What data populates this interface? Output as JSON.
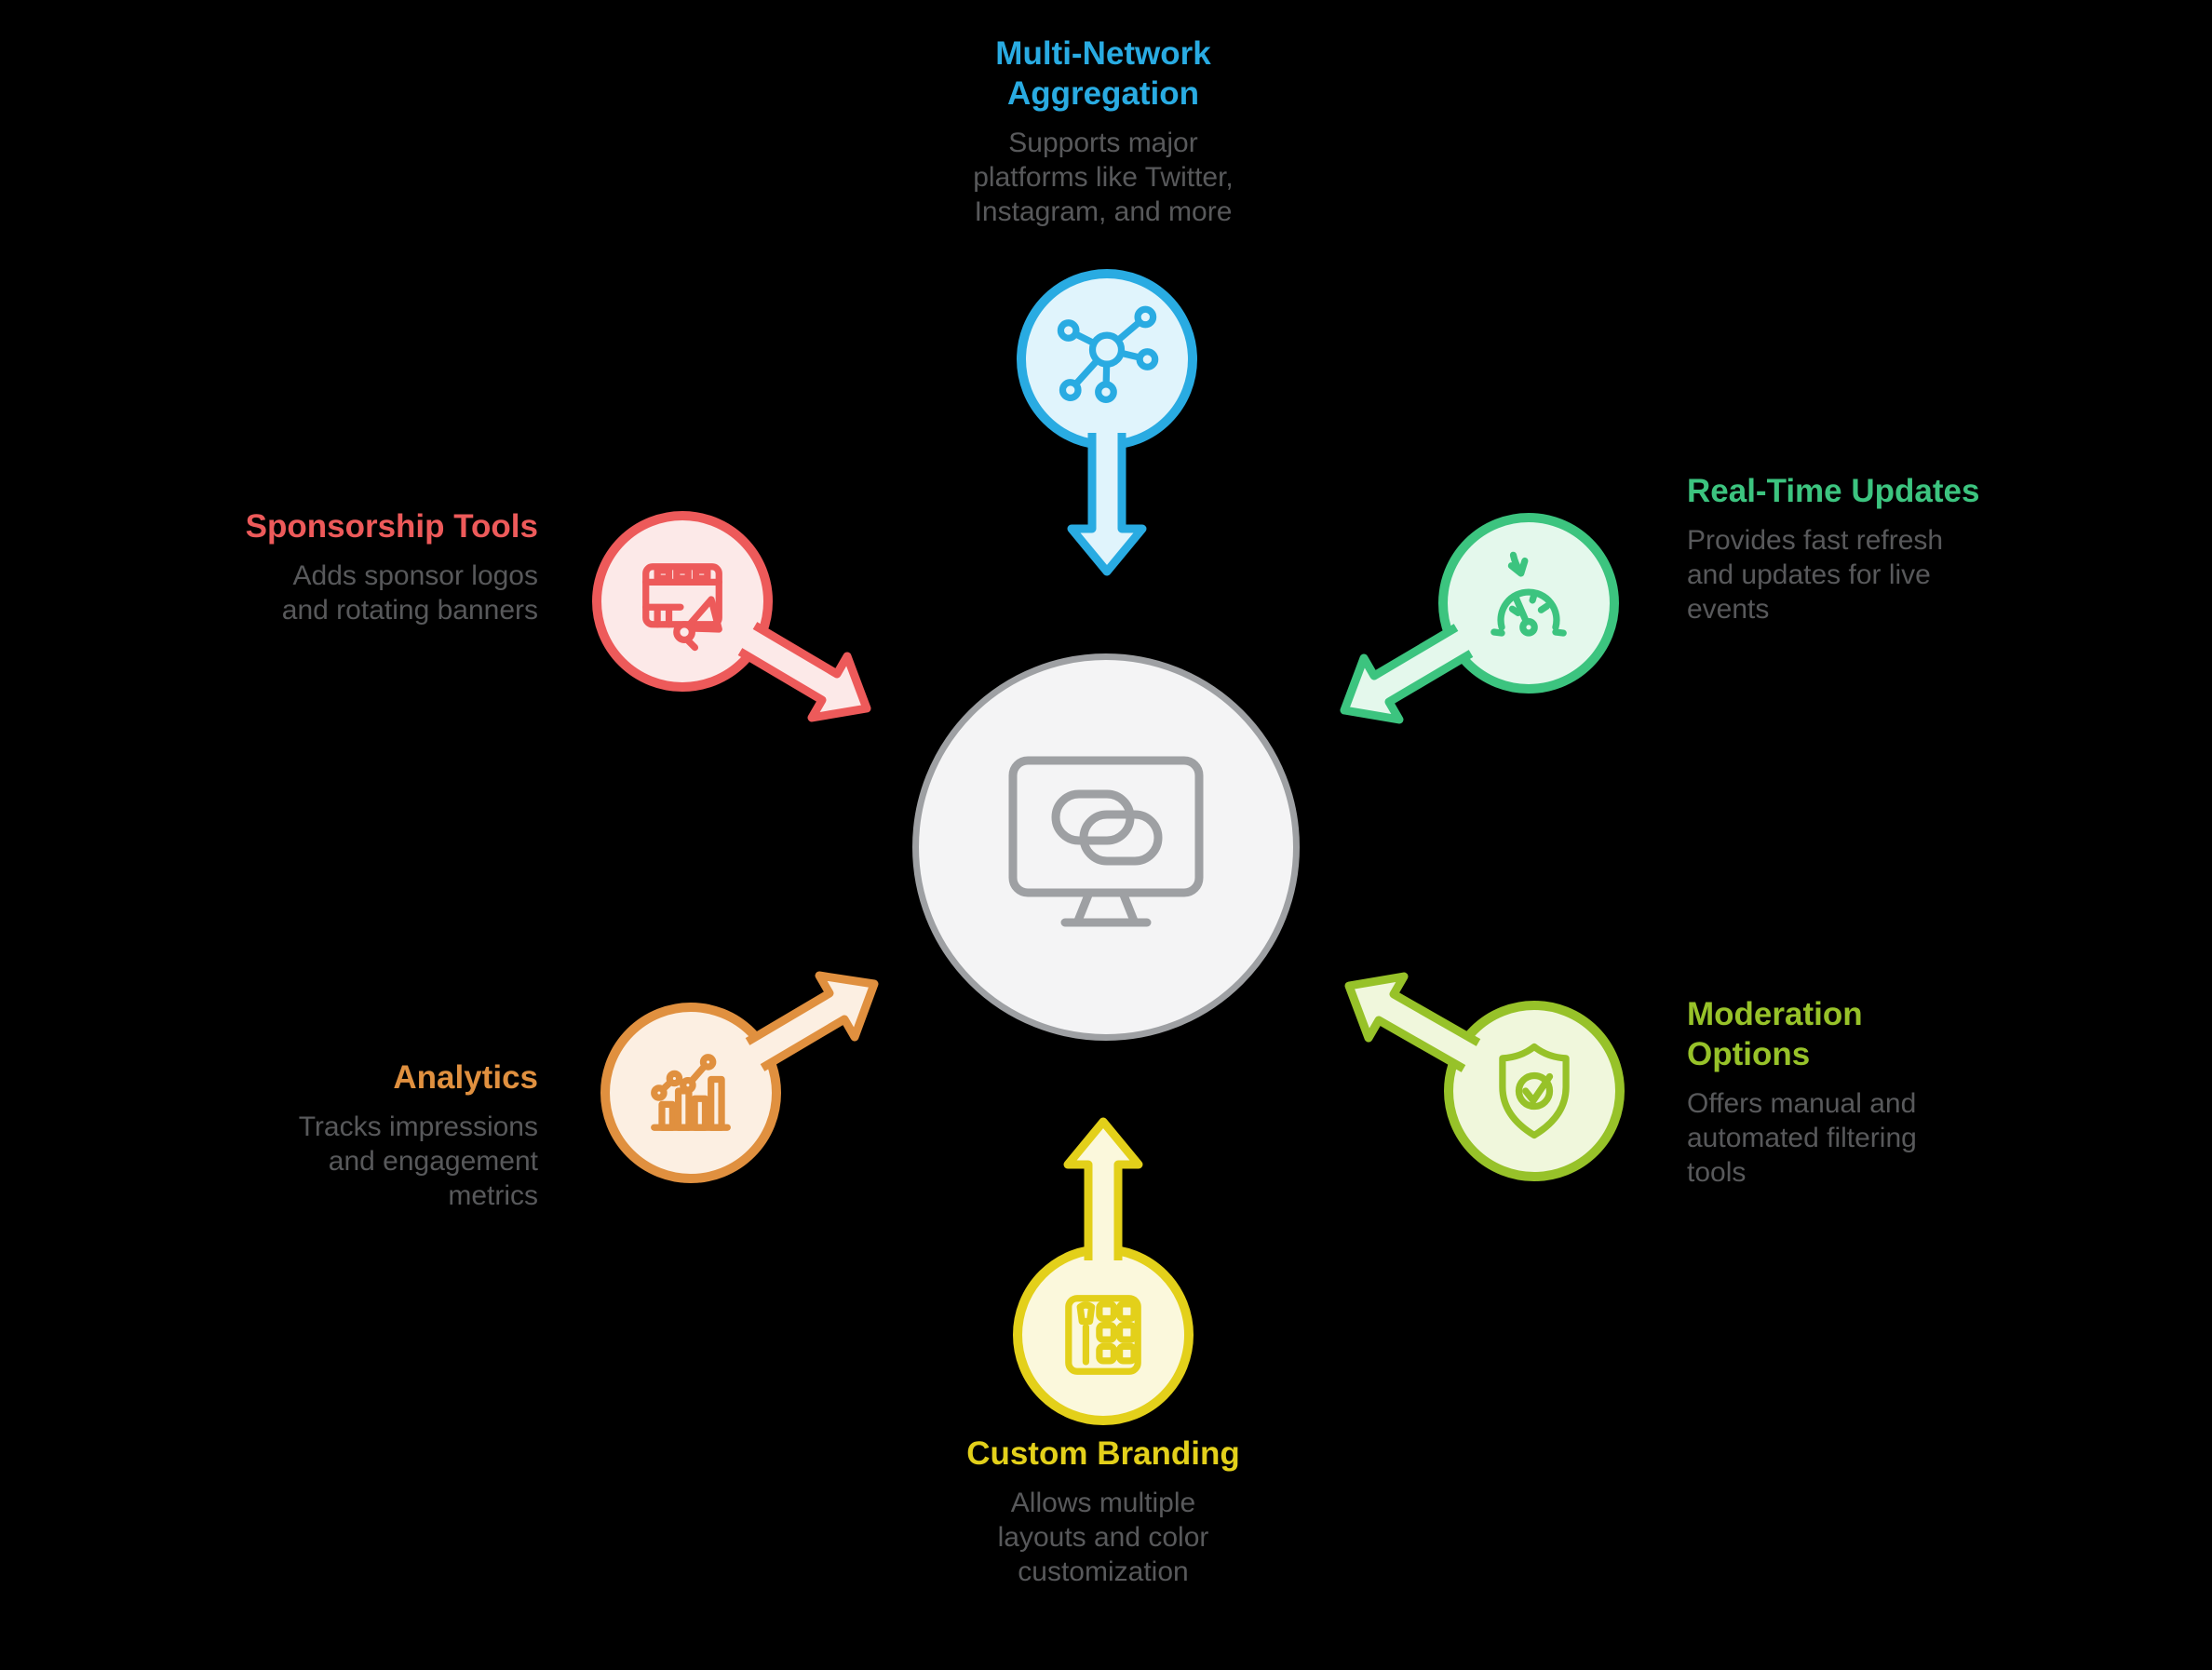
{
  "background": "#000000",
  "text_color": "#58595B",
  "hub": {
    "accent": "#9EA0A3",
    "fill": "#F4F4F5",
    "icon": "monitor-link-icon"
  },
  "nodes": [
    {
      "id": "multi-network-aggregation",
      "title_lines": [
        "Multi-Network",
        "Aggregation"
      ],
      "description_lines": [
        "Supports major",
        "platforms like Twitter,",
        "Instagram, and more"
      ],
      "accent": "#29ABE2",
      "fill": "#E0F4FC",
      "icon": "network-hub-icon"
    },
    {
      "id": "real-time-updates",
      "title_lines": [
        "Real-Time Updates"
      ],
      "description_lines": [
        "Provides fast refresh",
        "and updates for live",
        "events"
      ],
      "accent": "#3CC47F",
      "fill": "#E4F8EC",
      "icon": "speedometer-icon"
    },
    {
      "id": "moderation-options",
      "title_lines": [
        "Moderation",
        "Options"
      ],
      "description_lines": [
        "Offers manual and",
        "automated filtering",
        "tools"
      ],
      "accent": "#97C229",
      "fill": "#F0F7DC",
      "icon": "shield-check-icon"
    },
    {
      "id": "custom-branding",
      "title_lines": [
        "Custom Branding"
      ],
      "description_lines": [
        "Allows multiple",
        "layouts and color",
        "customization"
      ],
      "accent": "#E3D01A",
      "fill": "#FBF8DC",
      "icon": "brand-palette-icon"
    },
    {
      "id": "analytics",
      "title_lines": [
        "Analytics"
      ],
      "description_lines": [
        "Tracks impressions",
        "and engagement",
        "metrics"
      ],
      "accent": "#E0903F",
      "fill": "#FCEFE2",
      "icon": "bar-chart-icon"
    },
    {
      "id": "sponsorship-tools",
      "title_lines": [
        "Sponsorship Tools"
      ],
      "description_lines": [
        "Adds sponsor logos",
        "and rotating banners"
      ],
      "accent": "#ED5A5A",
      "fill": "#FCE9E8",
      "icon": "banner-megaphone-icon"
    }
  ]
}
